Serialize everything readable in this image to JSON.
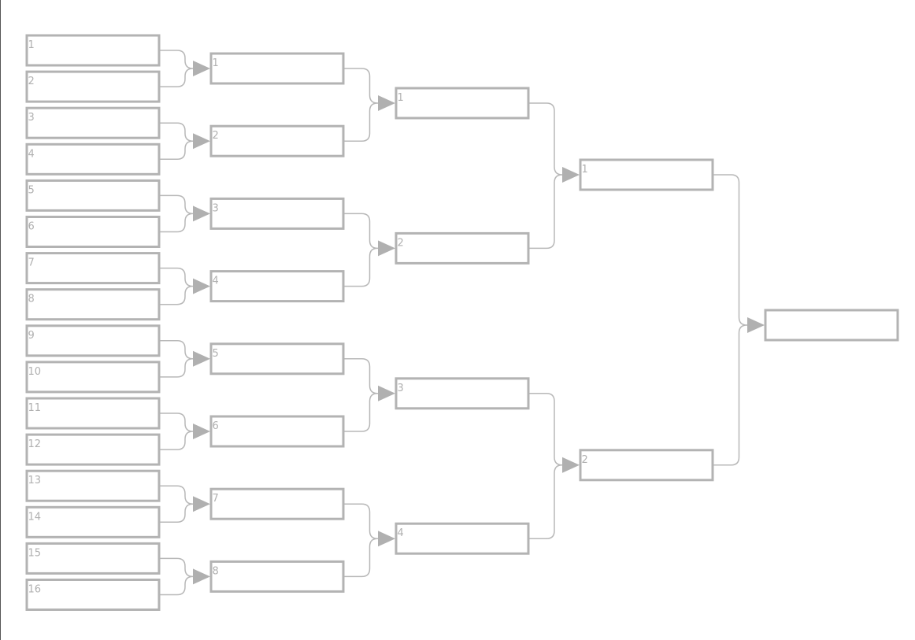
{
  "bracket": {
    "round1": {
      "labels": [
        "1",
        "2",
        "3",
        "4",
        "5",
        "6",
        "7",
        "8",
        "9",
        "10",
        "11",
        "12",
        "13",
        "14",
        "15",
        "16"
      ]
    },
    "round2": {
      "labels": [
        "1",
        "2",
        "3",
        "4",
        "5",
        "6",
        "7",
        "8"
      ]
    },
    "round3": {
      "labels": [
        "1",
        "2",
        "3",
        "4"
      ]
    },
    "round4": {
      "labels": [
        "1",
        "2"
      ]
    },
    "final": {
      "labels": [
        ""
      ]
    }
  },
  "colors": {
    "box_border": "#b3b3b3",
    "label_text": "#b0b0b0",
    "connector": "#b8b8b8",
    "arrow": "#b0b0b0"
  },
  "icons": {
    "advance": "triangle-right-arrow-icon"
  }
}
